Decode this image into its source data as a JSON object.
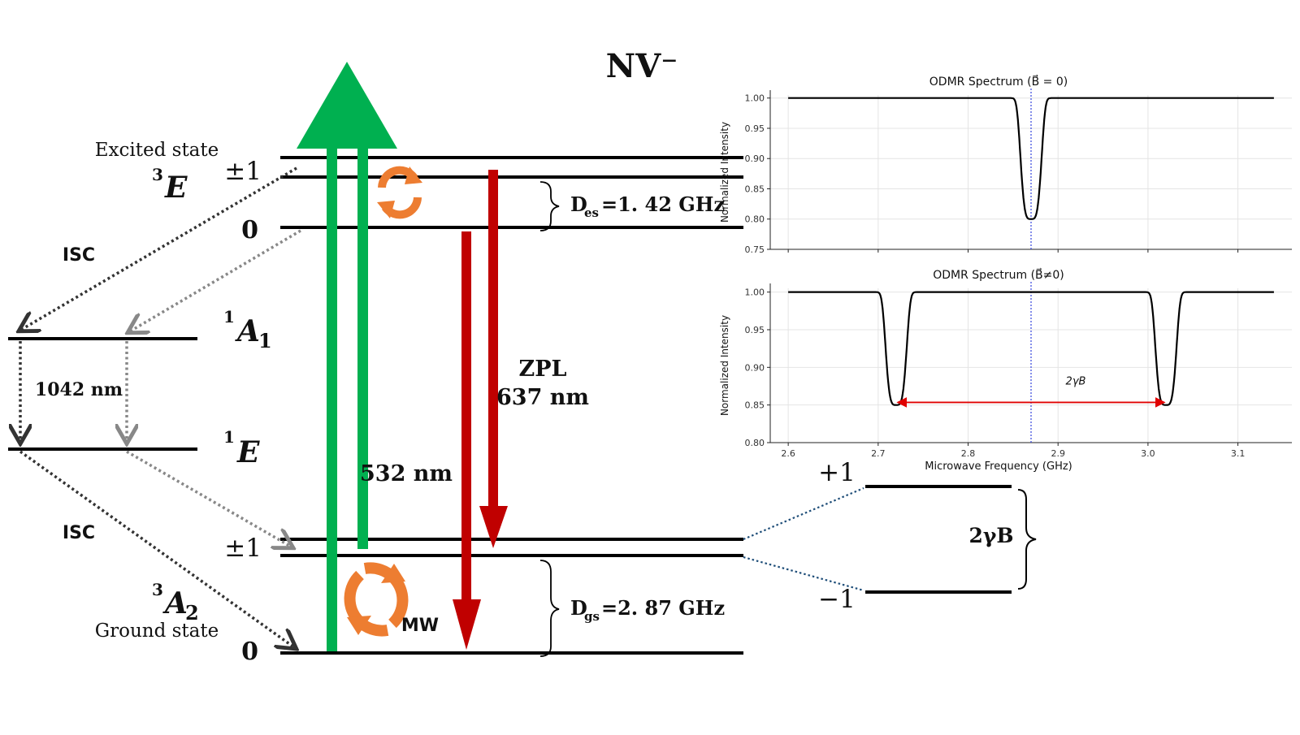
{
  "title": "NV⁻",
  "excited_state": {
    "caption": "Excited state",
    "term_sup": "3",
    "term": "E",
    "ms_pm1": "±1",
    "ms_0": "0",
    "splitting_label": "D",
    "splitting_sub": "es",
    "splitting_value": "=1. 42 GHz"
  },
  "ground_state": {
    "caption": "Ground state",
    "term_sup": "3",
    "term": "A",
    "term_sub": "2",
    "ms_pm1": "±1",
    "ms_0": "0",
    "splitting_label": "D",
    "splitting_sub": "gs",
    "splitting_value": "=2. 87 GHz"
  },
  "singlets": {
    "a1_sup": "1",
    "a1": "A",
    "a1_sub": "1",
    "e_sup": "1",
    "e": "E",
    "transition": "1042 nm"
  },
  "labels": {
    "isc_top": "ISC",
    "isc_bottom": "ISC",
    "excitation": "532 nm",
    "zpl": "ZPL",
    "zpl_wavelength": "637 nm",
    "mw": "MW"
  },
  "zeeman": {
    "plus": "+1",
    "minus": "−1",
    "splitting": "2γB"
  },
  "colors": {
    "green": "#00b050",
    "red": "#c00000",
    "orange": "#ed7d31",
    "blue": "#1f4e79"
  },
  "chart_data": [
    {
      "type": "line",
      "title": "ODMR Spectrum (B⃗ = 0)",
      "ylabel": "Normalized Intensity",
      "xlabel": "",
      "xlim": [
        2.58,
        3.16
      ],
      "ylim": [
        0.75,
        1.005
      ],
      "yticks": [
        "1.00",
        "0.95",
        "0.90",
        "0.85",
        "0.80",
        "0.75"
      ],
      "ytick_values": [
        1.0,
        0.95,
        0.9,
        0.85,
        0.8,
        0.75
      ],
      "xtick_values": [
        2.6,
        2.7,
        2.8,
        2.9,
        3.0,
        3.1
      ],
      "x_range": [
        2.6,
        3.14
      ],
      "dips": [
        {
          "center": 2.87,
          "depth": 0.2,
          "width": 0.008
        }
      ],
      "marker_x": 2.87
    },
    {
      "type": "line",
      "title": "ODMR Spectrum (B⃗≠0)",
      "ylabel": "Normalized Intensity",
      "xlabel": "Microwave Frequency (GHz)",
      "xlim": [
        2.58,
        3.16
      ],
      "ylim": [
        0.8,
        1.005
      ],
      "yticks": [
        "1.00",
        "0.95",
        "0.90",
        "0.85",
        "0.80"
      ],
      "ytick_values": [
        1.0,
        0.95,
        0.9,
        0.85,
        0.8
      ],
      "xticks": [
        "2.6",
        "2.7",
        "2.8",
        "2.9",
        "3.0",
        "3.1"
      ],
      "xtick_values": [
        2.6,
        2.7,
        2.8,
        2.9,
        3.0,
        3.1
      ],
      "x_range": [
        2.6,
        3.14
      ],
      "dips": [
        {
          "center": 2.72,
          "depth": 0.15,
          "width": 0.008
        },
        {
          "center": 3.02,
          "depth": 0.15,
          "width": 0.008
        }
      ],
      "marker_x": 2.87,
      "annotation": {
        "label": "2γB",
        "from": 2.72,
        "to": 3.02,
        "y": 0.8535
      }
    }
  ]
}
